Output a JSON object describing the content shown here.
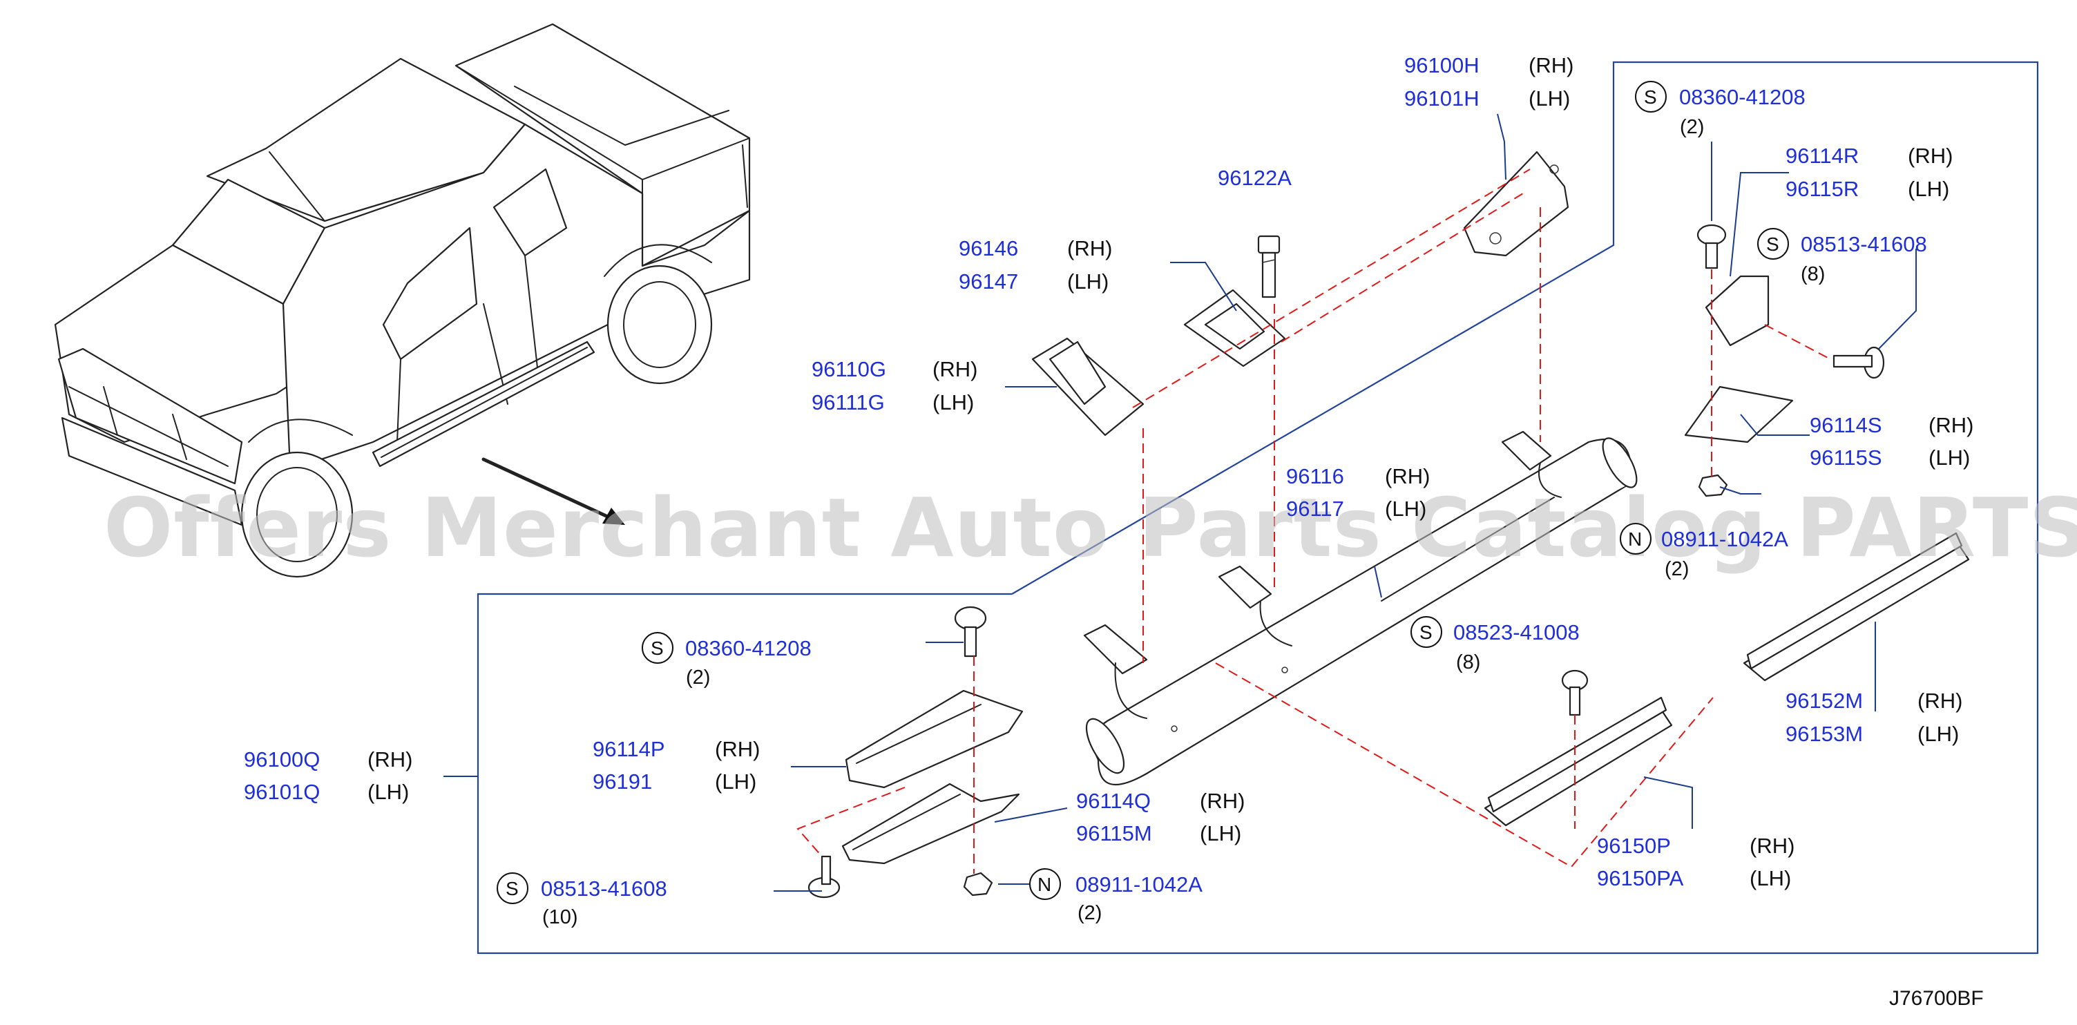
{
  "watermark": "Offers Merchant Auto Parts Catalog PARTSTORE.SA",
  "diagram_code": "J76700BF",
  "callouts": {
    "c96100H": {
      "pn1": "96100H",
      "side1": "(RH)",
      "pn2": "96101H",
      "side2": "(LH)"
    },
    "c96122A": {
      "pn1": "96122A"
    },
    "c96146": {
      "pn1": "96146",
      "side1": "(RH)",
      "pn2": "96147",
      "side2": "(LH)"
    },
    "c96110G": {
      "pn1": "96110G",
      "side1": "(RH)",
      "pn2": "96111G",
      "side2": "(LH)"
    },
    "c08360_top": {
      "letter": "S",
      "pn1": "08360-41208",
      "qty": "(2)"
    },
    "c96114R": {
      "pn1": "96114R",
      "side1": "(RH)",
      "pn2": "96115R",
      "side2": "(LH)"
    },
    "c08513_top": {
      "letter": "S",
      "pn1": "08513-41608",
      "qty": "(8)"
    },
    "c96114S": {
      "pn1": "96114S",
      "side1": "(RH)",
      "pn2": "96115S",
      "side2": "(LH)"
    },
    "c96116": {
      "pn1": "96116",
      "side1": "(RH)",
      "pn2": "96117",
      "side2": "(LH)"
    },
    "c08911_top": {
      "letter": "N",
      "pn1": "08911-1042A",
      "qty": "(2)"
    },
    "c08523": {
      "letter": "S",
      "pn1": "08523-41008",
      "qty": "(8)"
    },
    "c96152M": {
      "pn1": "96152M",
      "side1": "(RH)",
      "pn2": "96153M",
      "side2": "(LH)"
    },
    "c08360_bot": {
      "letter": "S",
      "pn1": "08360-41208",
      "qty": "(2)"
    },
    "c96114P": {
      "pn1": "96114P",
      "side1": "(RH)",
      "pn2": "96191",
      "side2": "(LH)"
    },
    "c96100Q": {
      "pn1": "96100Q",
      "side1": "(RH)",
      "pn2": "96101Q",
      "side2": "(LH)"
    },
    "c96114Q": {
      "pn1": "96114Q",
      "side1": "(RH)",
      "pn2": "96115M",
      "side2": "(LH)"
    },
    "c08513_bot": {
      "letter": "S",
      "pn1": "08513-41608",
      "qty": "(10)"
    },
    "c08911_bot": {
      "letter": "N",
      "pn1": "08911-1042A",
      "qty": "(2)"
    },
    "c96150P": {
      "pn1": "96150P",
      "side1": "(RH)",
      "pn2": "96150PA",
      "side2": "(LH)"
    }
  }
}
